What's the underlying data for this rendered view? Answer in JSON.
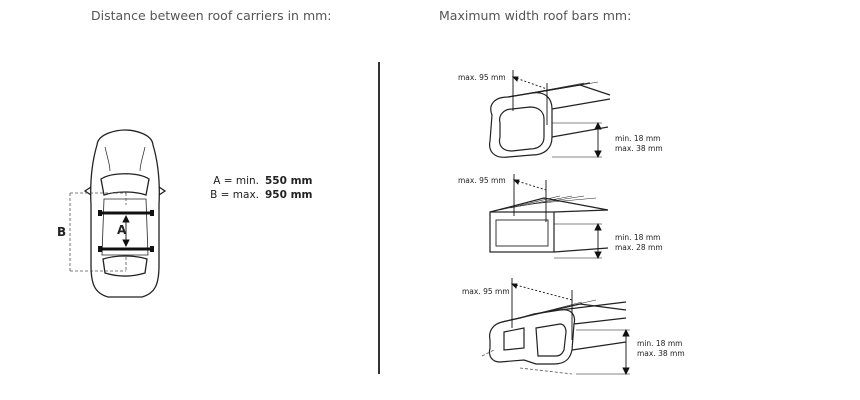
{
  "headings": {
    "left": "Distance between roof carriers in mm:",
    "right": "Maximum width roof bars mm:"
  },
  "car": {
    "label_a": "A",
    "label_b": "B"
  },
  "spec": {
    "a_key": "A = min.",
    "a_value": "550 mm",
    "b_key": "B = max.",
    "b_value": "950 mm"
  },
  "bars": [
    {
      "width_label": "max. 95 mm",
      "min_label": "min.  18 mm",
      "max_label": "max.  38 mm"
    },
    {
      "width_label": "max. 95 mm",
      "min_label": "min.  18 mm",
      "max_label": "max.  28 mm"
    },
    {
      "width_label": "max. 95 mm",
      "min_label": "min.  18 mm",
      "max_label": "max.  38 mm"
    }
  ]
}
